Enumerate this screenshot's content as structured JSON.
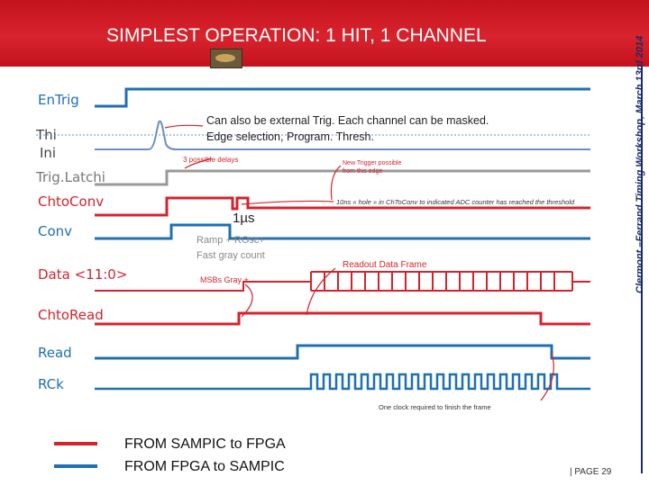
{
  "header": {
    "title": "SIMPLEST OPERATION: 1 HIT, 1 CHANNEL"
  },
  "side_note": "Clermont –Ferrand Timing Workshop, March 13rd 2014",
  "page_number": "| PAGE 29",
  "signals": [
    {
      "name": "EnTrig",
      "label": "EnTrig",
      "color": "#1f6fb2"
    },
    {
      "name": "Thi",
      "label": "Thi",
      "color": "#444444"
    },
    {
      "name": "Ini",
      "label": "Ini",
      "color": "#444444"
    },
    {
      "name": "TrigLatchi",
      "label": "Trig.Latchi",
      "color": "#777777"
    },
    {
      "name": "ChtoConv",
      "label": "ChtoConv",
      "color": "#d4232d"
    },
    {
      "name": "Conv",
      "label": "Conv",
      "color": "#1f6fb2"
    },
    {
      "name": "Data",
      "label": "Data <11:0>",
      "color": "#d4232d"
    },
    {
      "name": "ChtoRead",
      "label": "ChtoRead",
      "color": "#d4232d"
    },
    {
      "name": "Read",
      "label": "Read",
      "color": "#1f6fb2"
    },
    {
      "name": "RCk",
      "label": "RCk",
      "color": "#1f6fb2"
    }
  ],
  "annotations": {
    "external_trig": "Can also be external Trig. Each channel can be masked.",
    "edge_selection": "Edge selection, Program. Thresh.",
    "possible_delays": "3 possible delays",
    "new_trigger_1": "New Trigger possible",
    "new_trigger_2": "from this edge",
    "hole": "10ns « hole » in ChToConv to indicated ADC counter has reached the threshold",
    "duration": "1µs",
    "ramp_1": "Ramp + ROsc+",
    "ramp_2": "Fast gray count",
    "readout_frame": "Readout Data Frame",
    "msbs": "MSBs Gray +…",
    "one_clock": "One clock required to finish the frame"
  },
  "legend": [
    {
      "label": "FROM SAMPIC to FPGA",
      "color": "#d4232d"
    },
    {
      "label": "FROM FPGA to SAMPIC",
      "color": "#1f6fb2"
    }
  ],
  "colors": {
    "header": "#c4121c",
    "red": "#d4232d",
    "blue": "#1f6fb2",
    "grey": "#777777"
  }
}
